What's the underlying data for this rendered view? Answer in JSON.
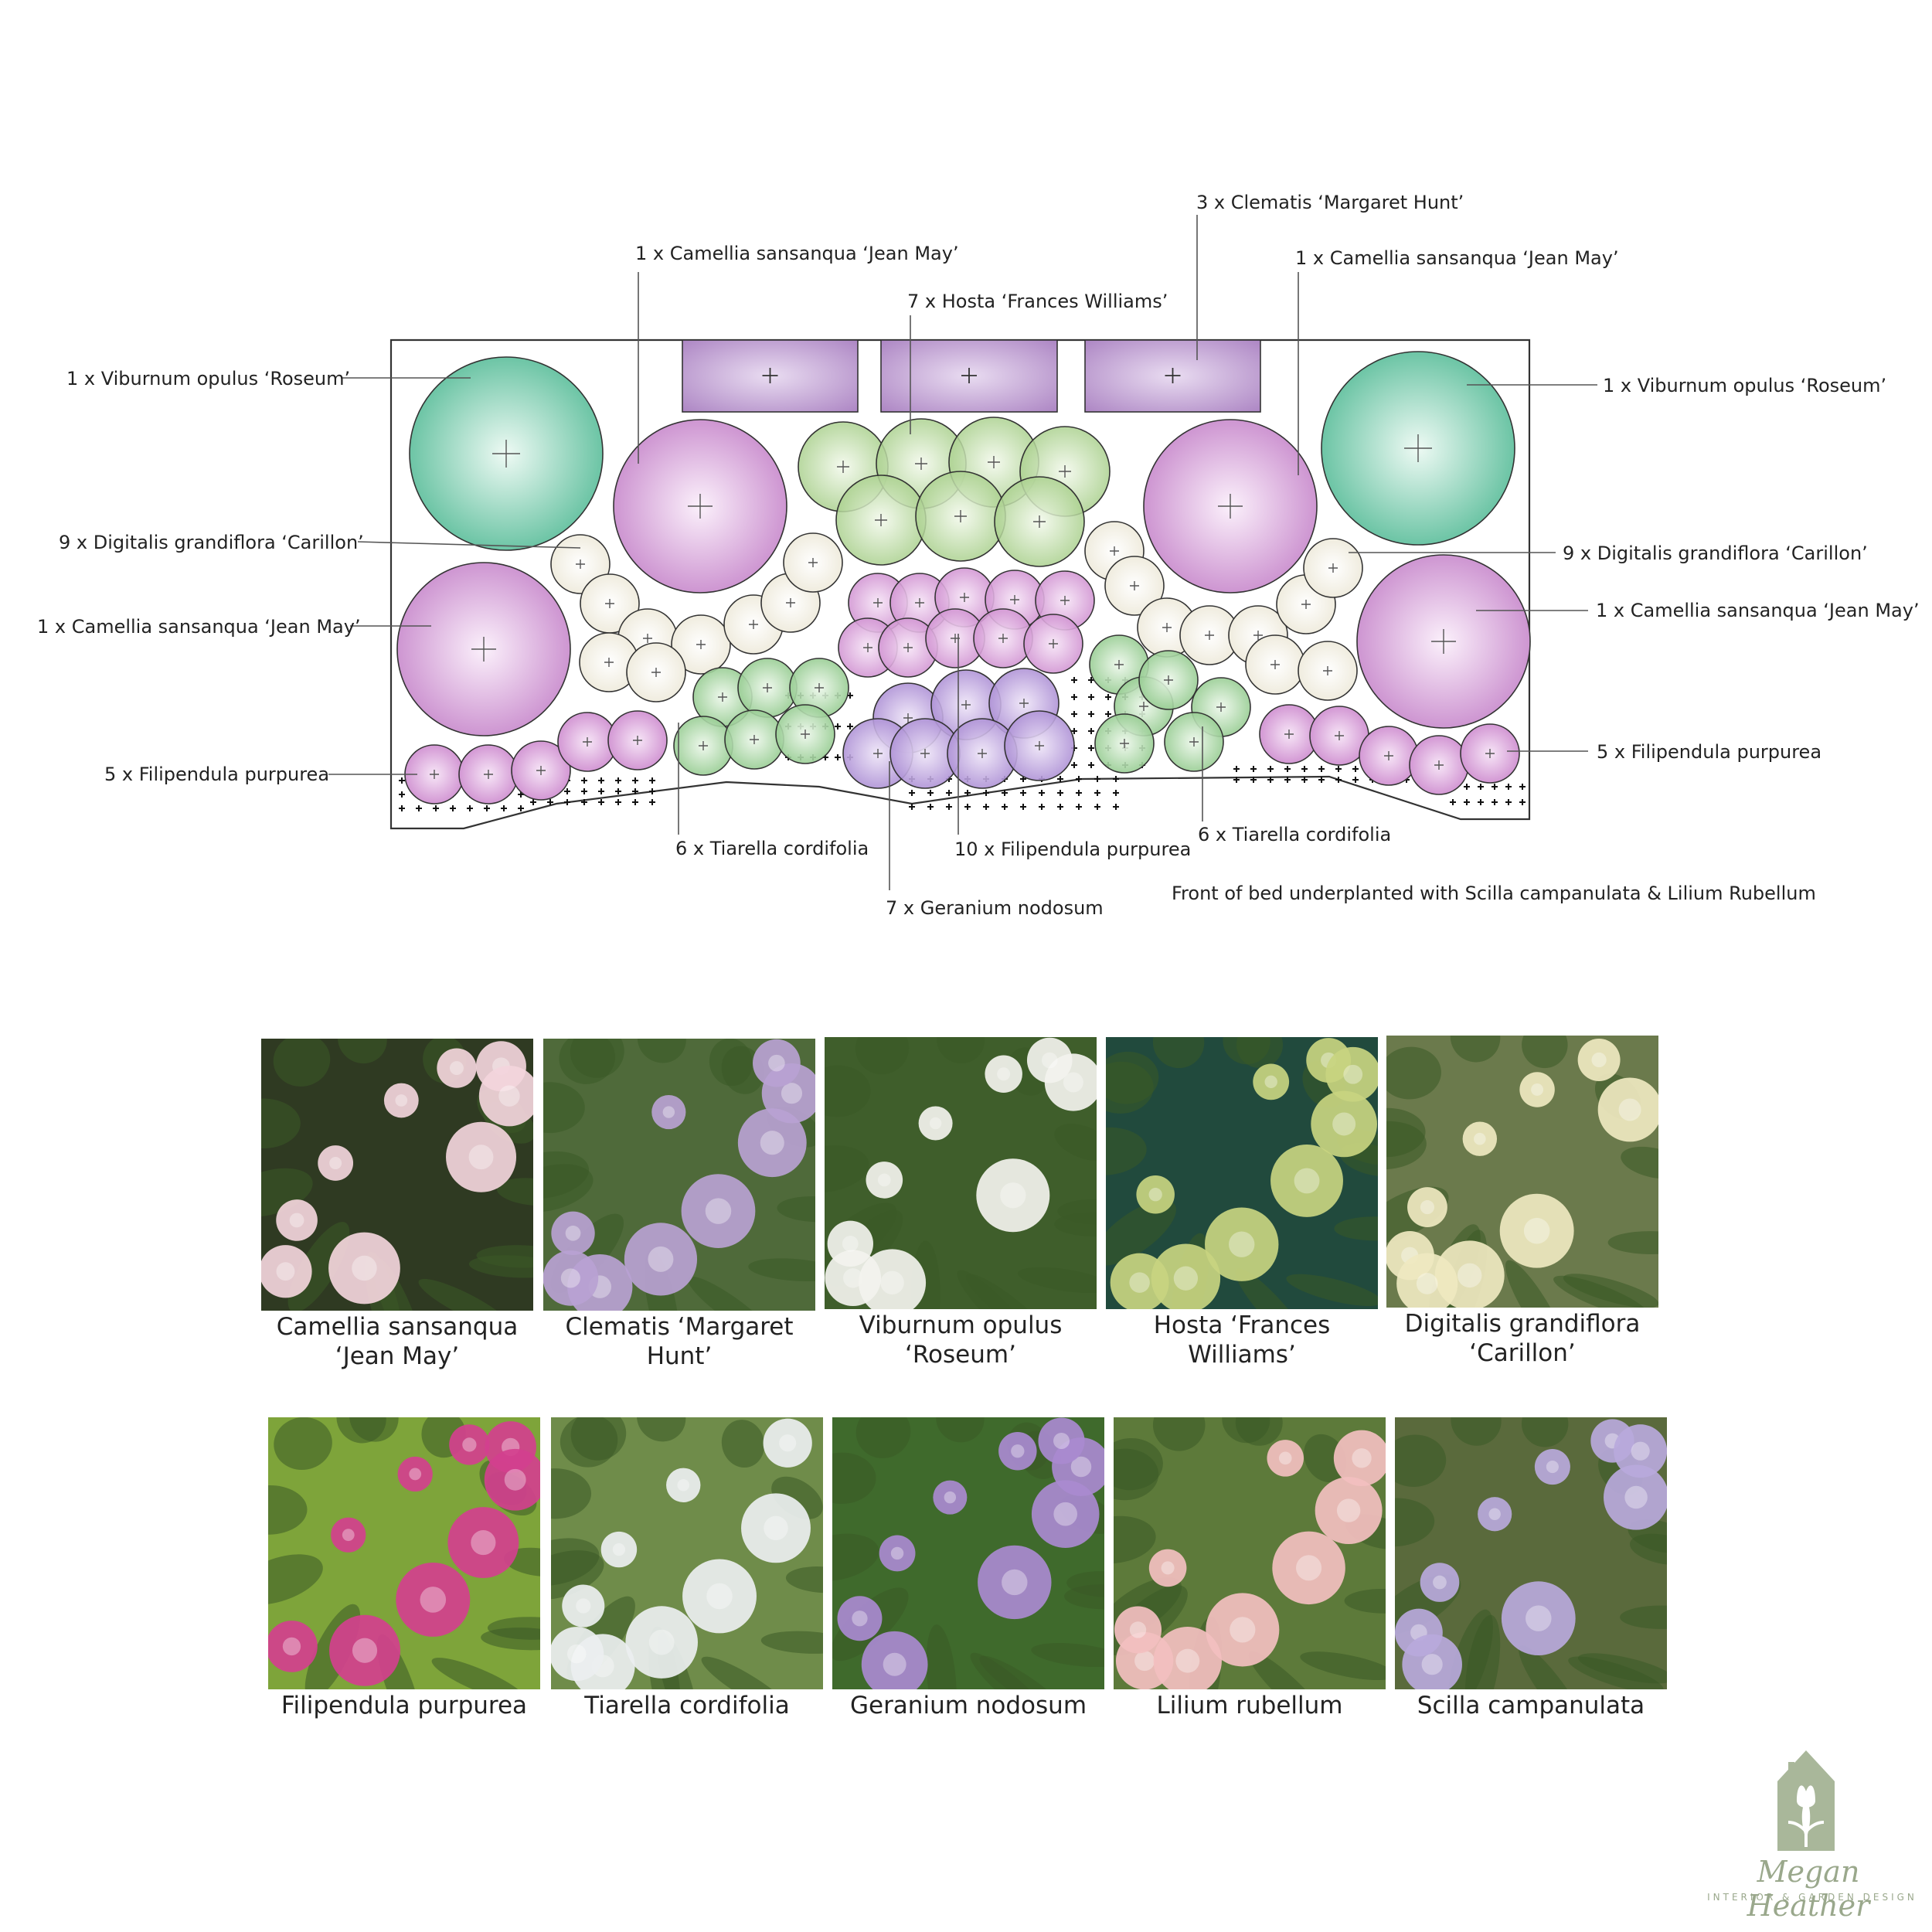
{
  "colors": {
    "camellia": "#d39fd6",
    "viburnum": "#74c9aa",
    "clematis": "#b792c9",
    "hosta": "#a9d18c",
    "digitalis": "#f6f4e7",
    "filipendula": "#d59ad6",
    "geranium": "#b598d6",
    "tiarella": "#9fd09b",
    "outline": "#333333"
  },
  "plan": {
    "labels": {
      "clematis_top": "3 x Clematis ‘Margaret Hunt’",
      "camellia_top_left": "1 x Camellia sansanqua ‘Jean May’",
      "camellia_top_right": "1 x Camellia sansanqua ‘Jean May’",
      "hosta": "7 x Hosta ‘Frances Williams’",
      "viburnum_left": "1 x Viburnum opulus ‘Roseum’",
      "viburnum_right": "1 x Viburnum opulus ‘Roseum’",
      "digitalis_left": "9 x Digitalis grandiflora ‘Carillon’",
      "digitalis_right": "9 x Digitalis grandiflora ‘Carillon’",
      "camellia_bottom_left": "1 x Camellia sansanqua ‘Jean May’",
      "camellia_bottom_right": "1 x Camellia sansanqua ‘Jean May’",
      "filipendula_left": "5 x Filipendula purpurea",
      "filipendula_right": "5 x Filipendula purpurea",
      "tiarella_left": "6 x Tiarella cordifolia",
      "tiarella_right": "6 x Tiarella cordifolia",
      "filipendula_mid": "10 x Filipendula purpurea",
      "geranium": "7 x Geranium nodosum",
      "underplant_note": "Front of bed underplanted with Scilla campanulata & Lilium Rubellum"
    }
  },
  "photos": {
    "row1": [
      {
        "caption_line1": "Camellia sansanqua",
        "caption_line2": "‘Jean May’",
        "bg": "#2f3a22",
        "accent": "#f3d5dc"
      },
      {
        "caption_line1": "Clematis ‘Margaret Hunt’",
        "caption_line2": "",
        "bg": "#4f6a3a",
        "accent": "#b9a2d3"
      },
      {
        "caption_line1": "Viburnum opulus",
        "caption_line2": "‘Roseum’",
        "bg": "#3f5e2b",
        "accent": "#f3f3ee"
      },
      {
        "caption_line1": "Hosta ‘Frances",
        "caption_line2": "Williams’",
        "bg": "#214a3d",
        "accent": "#c8d480"
      },
      {
        "caption_line1": "Digitalis grandiflora",
        "caption_line2": "‘Carillon’",
        "bg": "#6b7a4c",
        "accent": "#efe8c0"
      }
    ],
    "row2": [
      {
        "caption_line1": "Filipendula purpurea",
        "caption_line2": "",
        "bg": "#7ea43a",
        "accent": "#d2408e"
      },
      {
        "caption_line1": "Tiarella cordifolia",
        "caption_line2": "",
        "bg": "#6f8c4a",
        "accent": "#eceff0"
      },
      {
        "caption_line1": "Geranium nodosum",
        "caption_line2": "",
        "bg": "#3f6a2c",
        "accent": "#a98ad0"
      },
      {
        "caption_line1": "Lilium rubellum",
        "caption_line2": "",
        "bg": "#5d7a3a",
        "accent": "#f3bfc0"
      },
      {
        "caption_line1": "Scilla campanulata",
        "caption_line2": "",
        "bg": "#5a6a3c",
        "accent": "#b9a9dc"
      }
    ]
  },
  "logo": {
    "name": "Megan Heather",
    "tagline": "INTERIOR & GARDEN DESIGN",
    "icon": "house-tulip-icon"
  }
}
